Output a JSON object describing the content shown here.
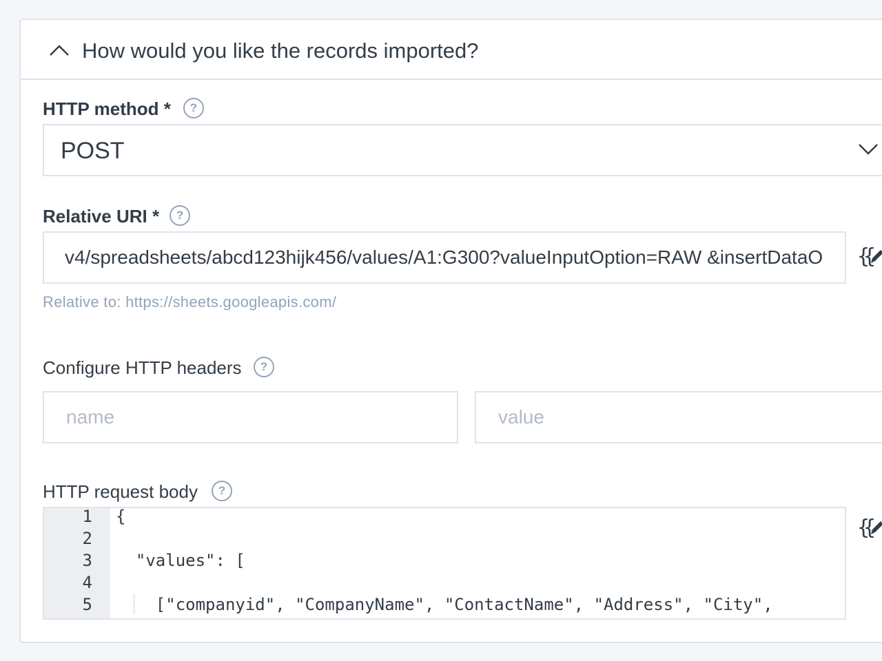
{
  "section": {
    "title": "How would you like the records imported?"
  },
  "http_method": {
    "label": "HTTP method *",
    "help": "?",
    "value": "POST"
  },
  "relative_uri": {
    "label": "Relative URI *",
    "help": "?",
    "value": "v4/spreadsheets/abcd123hijk456/values/A1:G300?valueInputOption=RAW &insertDataO",
    "hint": "Relative to: https://sheets.googleapis.com/"
  },
  "headers": {
    "label": "Configure HTTP headers",
    "help": "?",
    "name_placeholder": "name",
    "value_placeholder": "value"
  },
  "body": {
    "label": "HTTP request body",
    "help": "?",
    "lines": [
      {
        "num": "1",
        "text": "{"
      },
      {
        "num": "2",
        "text": ""
      },
      {
        "num": "3",
        "text": "  \"values\": ["
      },
      {
        "num": "4",
        "text": ""
      },
      {
        "num": "5",
        "text": "    [\"companyid\", \"CompanyName\", \"ContactName\", \"Address\", \"City\","
      }
    ]
  },
  "icons": {
    "collapse": "chevron-up-icon",
    "dropdown": "chevron-down-icon",
    "editor": "handlebars-editor-icon",
    "help": "question-circle-icon"
  },
  "colors": {
    "border": "#dfe3e9",
    "text": "#333d47",
    "muted": "#93a4b8",
    "placeholder": "#b3bcc6",
    "gutter": "#eceef2"
  }
}
